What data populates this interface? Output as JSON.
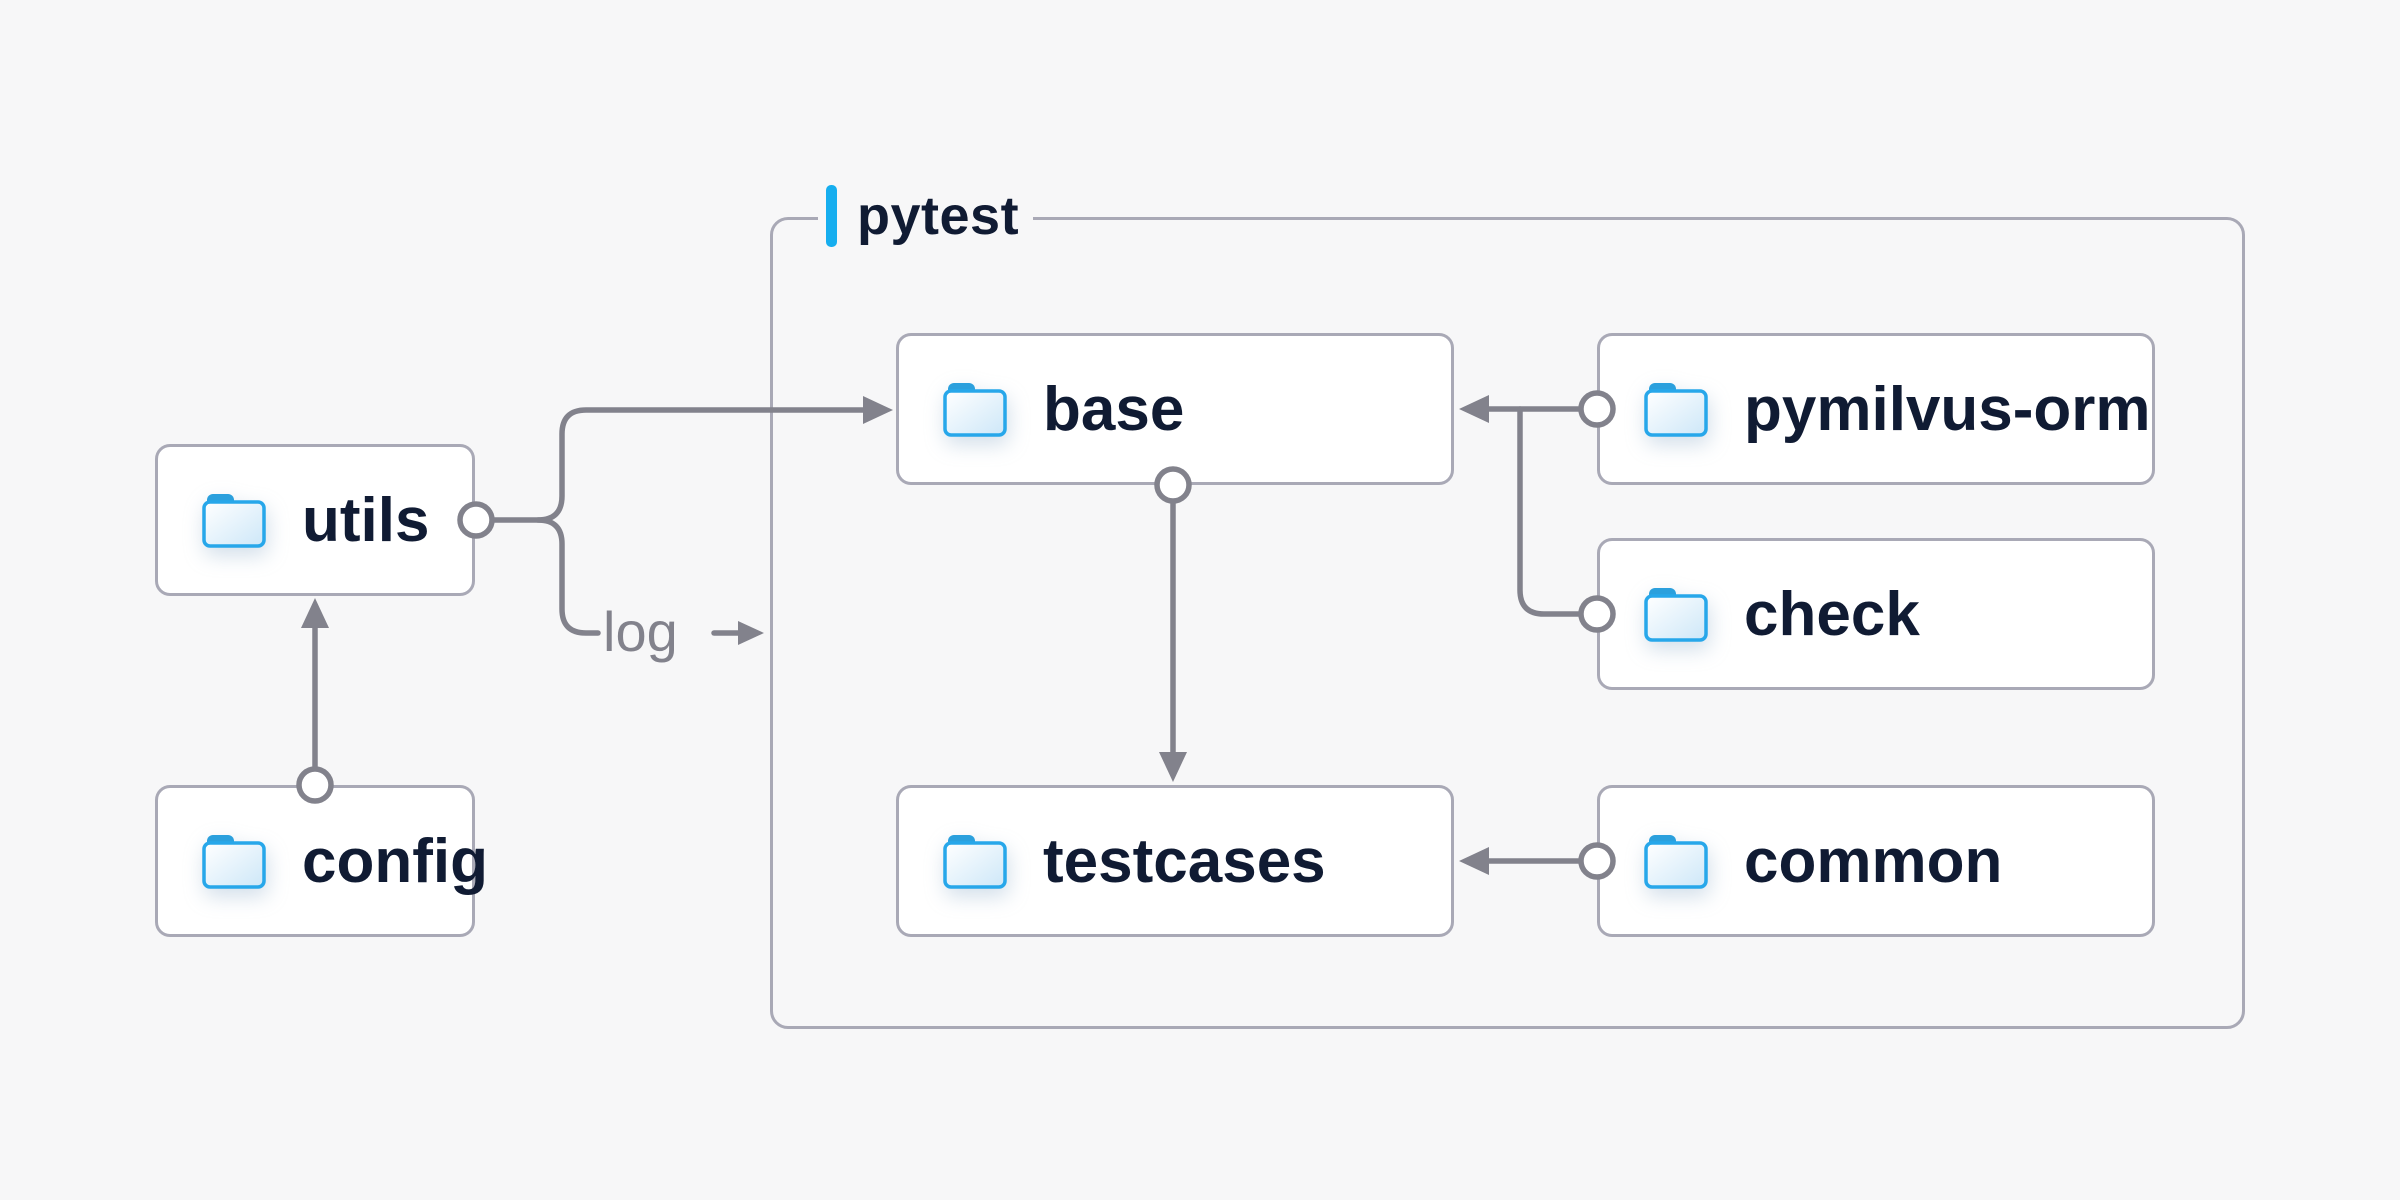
{
  "diagram": {
    "background_color": "#f7f7f8",
    "node_background": "#ffffff",
    "border_color": "#a9a9b6",
    "wire_color": "#82828c",
    "text_color": "#101b33",
    "accent_blue": "#16aeef",
    "folder_icon_blue": "#27a7ea",
    "container": {
      "label": "pytest",
      "icon": "accent-bar"
    },
    "nodes": {
      "utils": {
        "label": "utils",
        "icon": "folder-icon"
      },
      "config": {
        "label": "config",
        "icon": "folder-icon"
      },
      "base": {
        "label": "base",
        "icon": "folder-icon"
      },
      "pymilvus-orm": {
        "label": "pymilvus-orm",
        "icon": "folder-icon"
      },
      "check": {
        "label": "check",
        "icon": "folder-icon"
      },
      "testcases": {
        "label": "testcases",
        "icon": "folder-icon"
      },
      "common": {
        "label": "common",
        "icon": "folder-icon"
      }
    },
    "edges": [
      {
        "from": "config",
        "to": "utils",
        "style": "arrow-up"
      },
      {
        "from": "utils",
        "to": "base",
        "style": "arrow-right"
      },
      {
        "from": "utils",
        "to": "log",
        "style": "labeled-branch"
      },
      {
        "from": "pymilvus-orm",
        "to": "base",
        "style": "arrow-left"
      },
      {
        "from": "check",
        "to": "base",
        "style": "merge-arrow-left"
      },
      {
        "from": "base",
        "to": "testcases",
        "style": "arrow-down"
      },
      {
        "from": "common",
        "to": "testcases",
        "style": "arrow-left"
      }
    ],
    "edge_label": {
      "text": "log"
    }
  }
}
